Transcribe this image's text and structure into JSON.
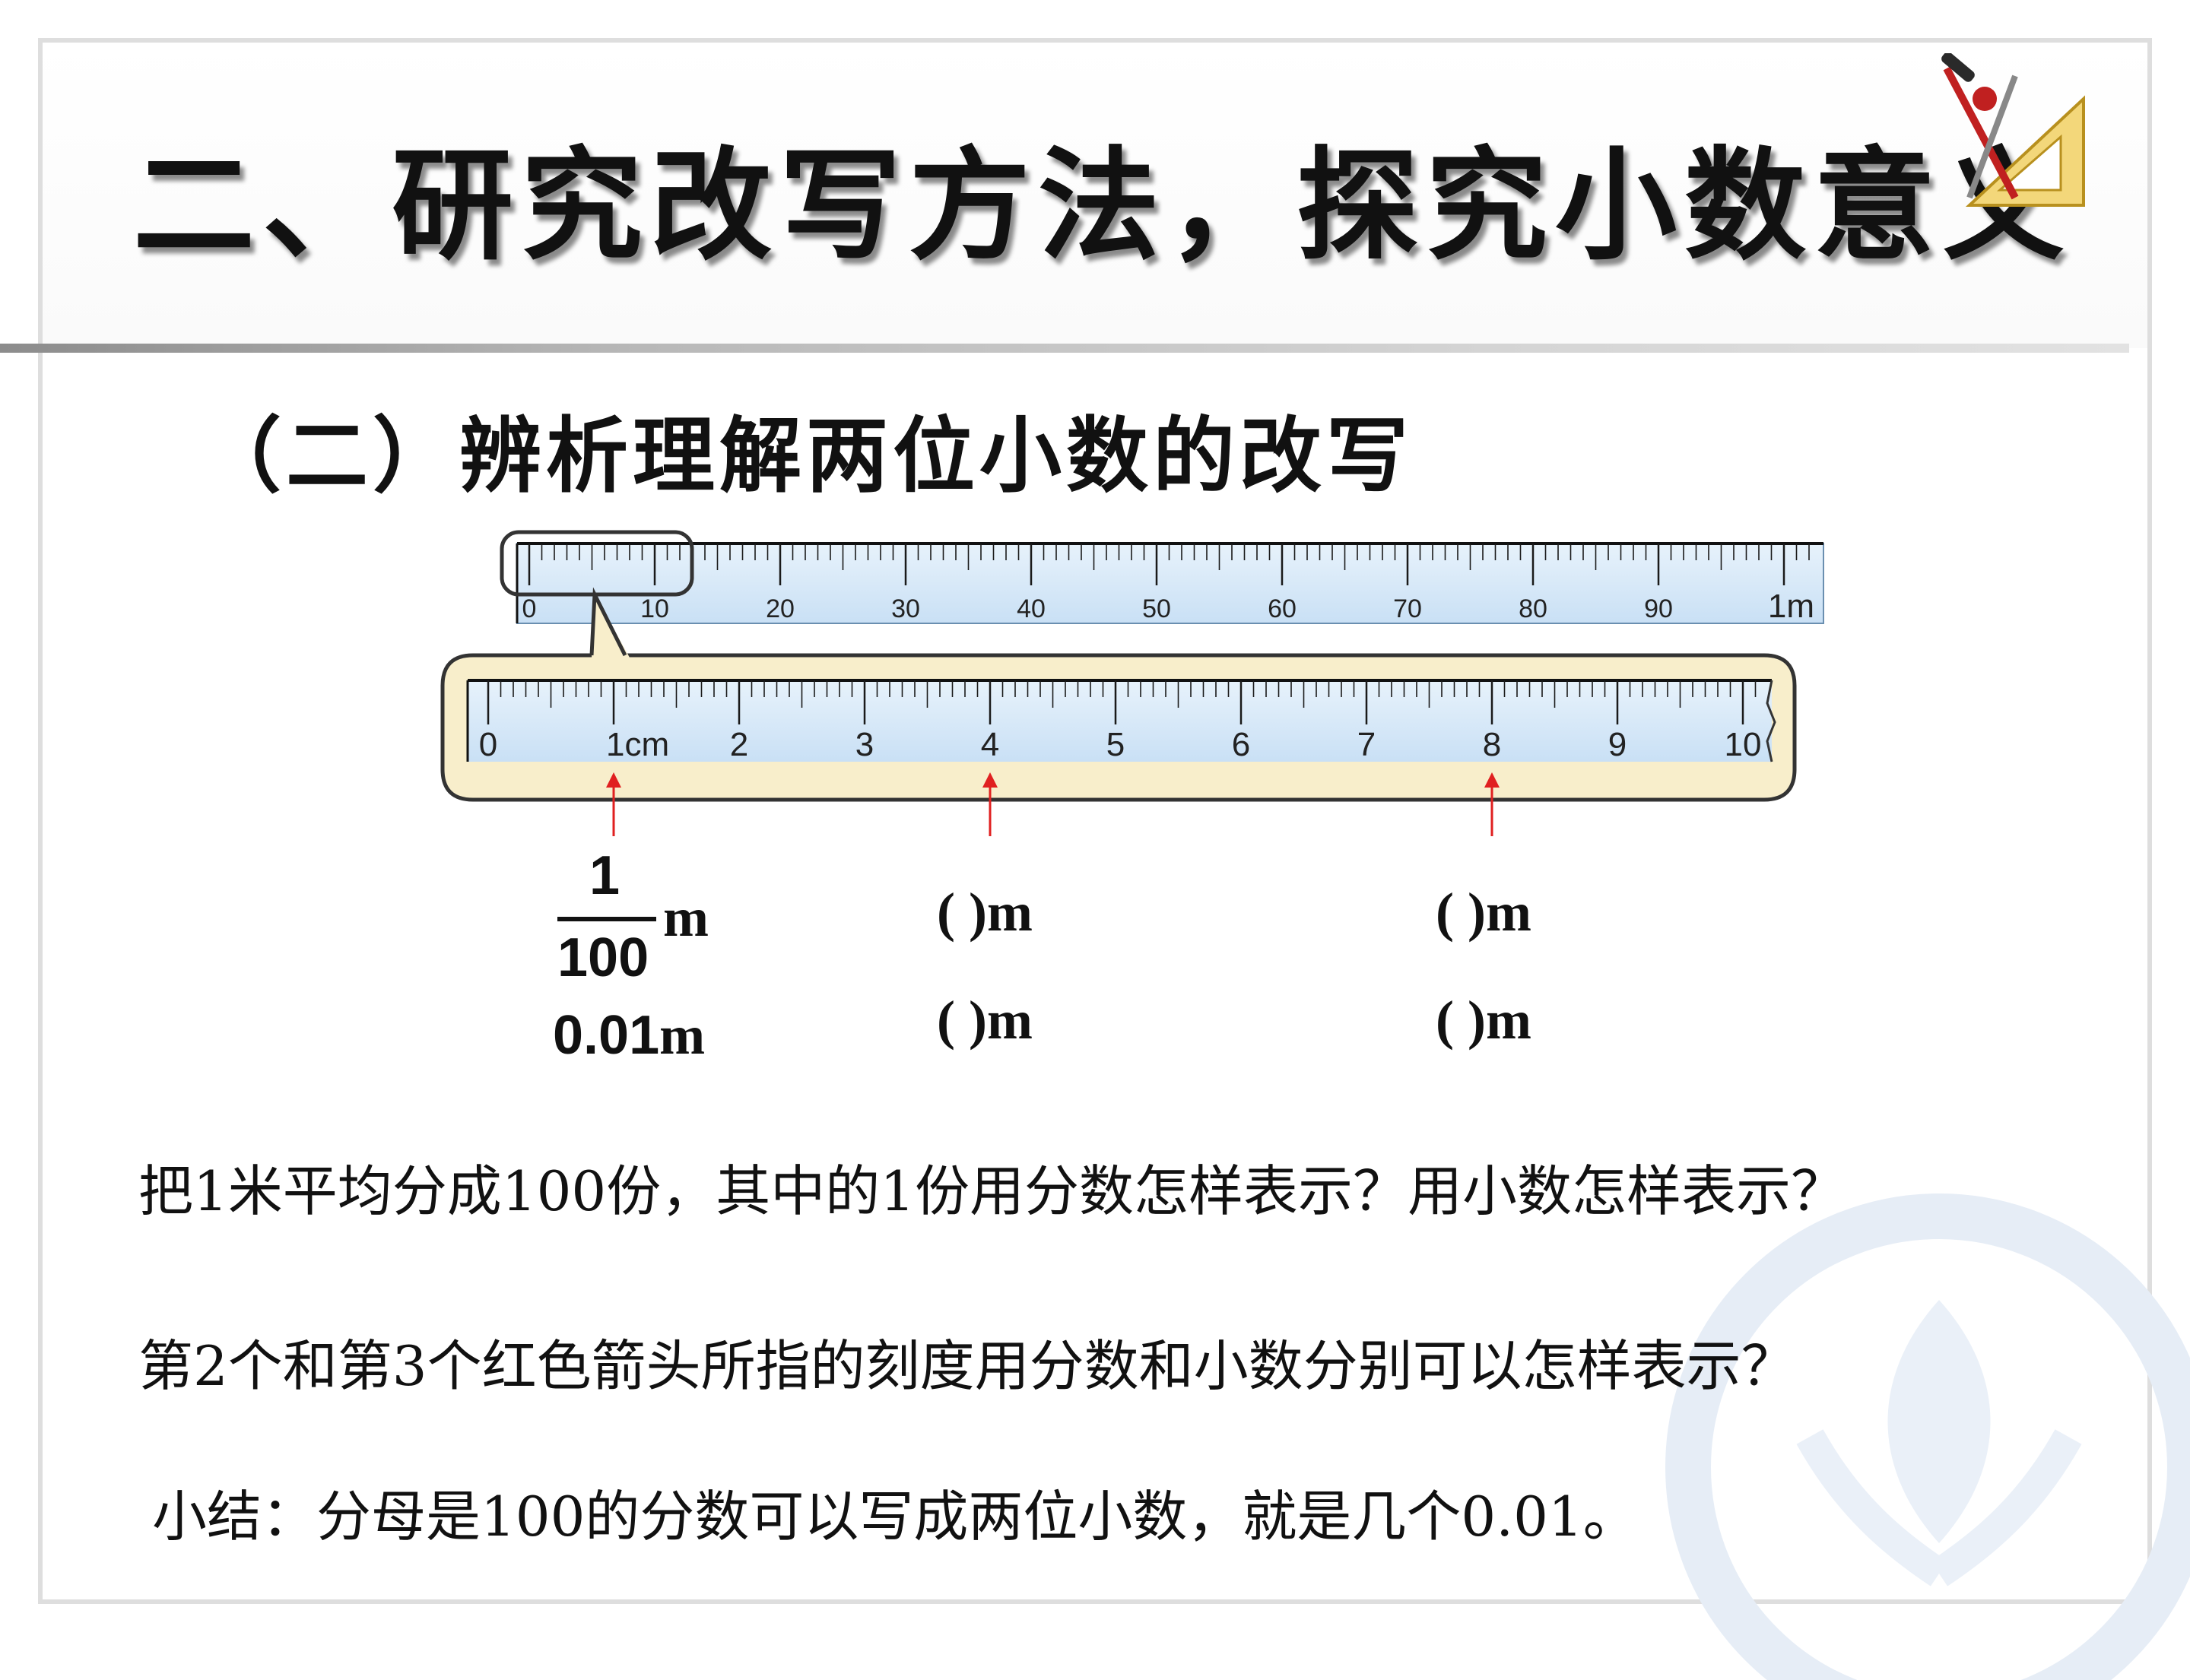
{
  "slide": {
    "title": "二、研究改写方法，探究小数意义",
    "subtitle": "（二）辨析理解两位小数的改写"
  },
  "ruler_big": {
    "tick_labels": [
      "0",
      "10",
      "20",
      "30",
      "40",
      "50",
      "60",
      "70",
      "80",
      "90"
    ],
    "end_label": "1m"
  },
  "ruler_zoom": {
    "tick_labels": [
      "0",
      "1cm",
      "2",
      "3",
      "4",
      "5",
      "6",
      "7",
      "8",
      "9",
      "10"
    ],
    "arrow_marks_cm": [
      1,
      4,
      8
    ]
  },
  "answers": {
    "fraction_numerator": "1",
    "fraction_denominator": "100",
    "unit": "m",
    "decimal": "0.01",
    "blank_label": "(     )m"
  },
  "questions": {
    "q1": "把1米平均分成100份，其中的1份用分数怎样表示？用小数怎样表示？",
    "q2": "第2个和第3个红色箭头所指的刻度用分数和小数分别可以怎样表示？",
    "summary": "小结：分母是100的分数可以写成两位小数，就是几个0.01。"
  },
  "colors": {
    "ruler_blue": "#d2e6f7",
    "ruler_cream": "#fbf3d6",
    "zoom_panel": "#f8eecb",
    "arrow_red": "#e02020"
  }
}
